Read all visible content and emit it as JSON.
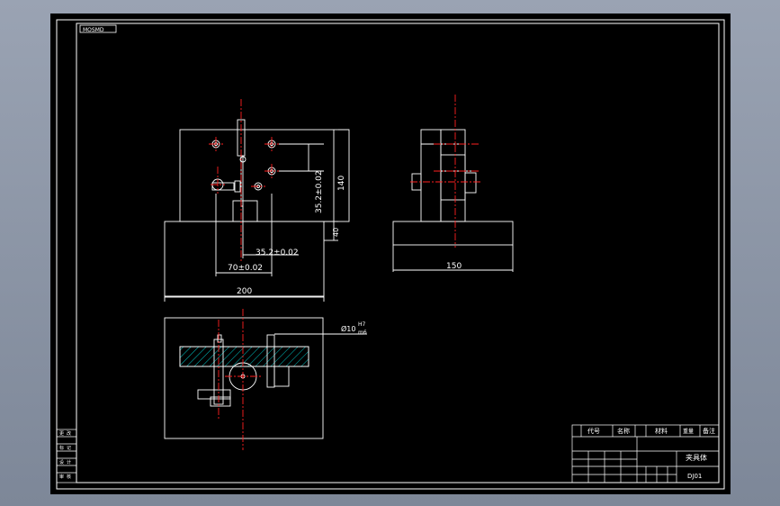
{
  "drawing": {
    "tag_label": "MOSMD",
    "front_view": {
      "dim_width": "200",
      "dim_hole_spacing": "70±0.02",
      "dim_hole_offset": "35.2±0.02",
      "dim_vertical_offset": "35.2±0.02",
      "dim_height": "140",
      "dim_base": "40"
    },
    "side_view": {
      "dim_width": "150"
    },
    "top_view": {
      "pin_callout": "Ø10",
      "pin_fit_top": "H7",
      "pin_fit_bottom": "m6"
    },
    "title_block": {
      "col_code": "代号",
      "col_name": "名称",
      "col_material": "材料",
      "col_weight": "重量",
      "col_remark": "备注",
      "part_name": "夹具体",
      "drawing_no": "DJ01",
      "left_strip": [
        "更",
        "改",
        "标",
        "记",
        "设",
        "计",
        "审",
        "核"
      ]
    },
    "colors": {
      "line": "#ffffff",
      "centerline": "#ff2020",
      "hatch": "#00c8c8",
      "background": "#000000"
    }
  }
}
